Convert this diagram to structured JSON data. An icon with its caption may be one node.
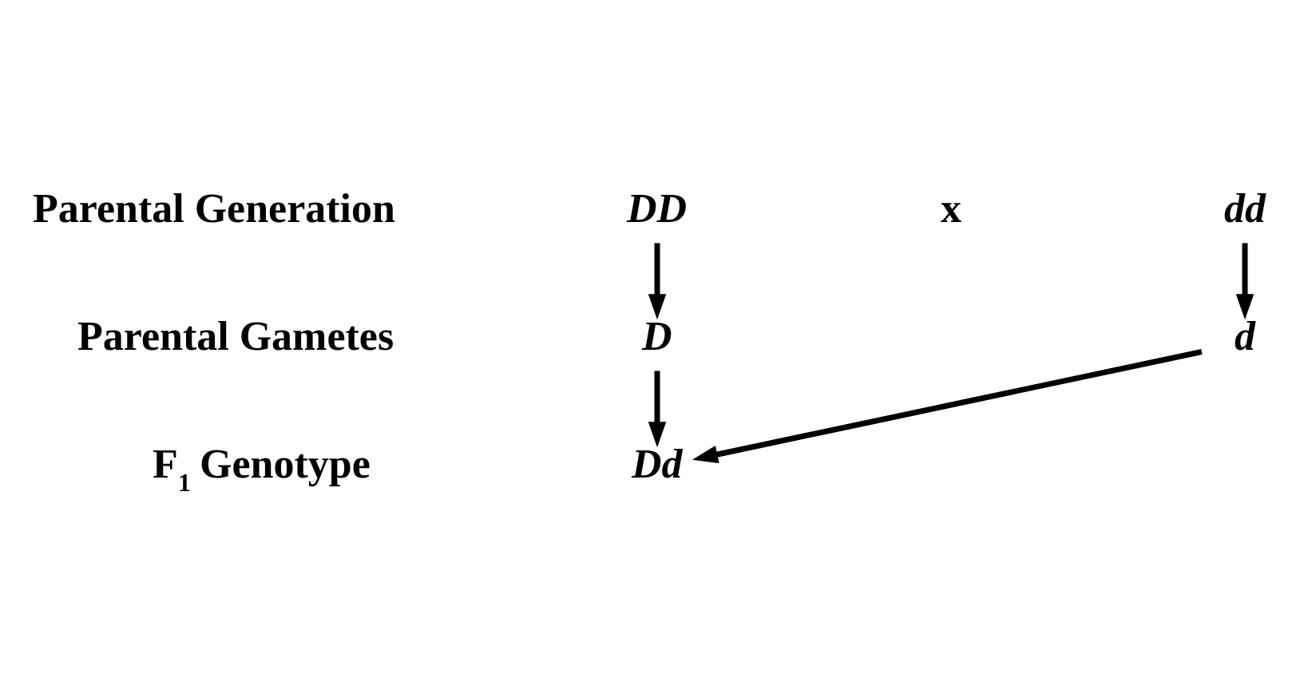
{
  "diagram": {
    "nodes": [
      {
        "text": [
          "DD"
        ]
      },
      {
        "text": [
          "dd"
        ]
      },
      {
        "text": [
          "D"
        ]
      },
      {
        "text": [
          "d"
        ]
      },
      {
        "text": [
          "Dd"
        ]
      }
    ],
    "edges": [
      {
        "from": 0,
        "to": 2,
        "arrow": "to"
      },
      {
        "from": 1,
        "to": 3,
        "arrow": "to"
      },
      {
        "from": 2,
        "to": 4,
        "arrow": "to"
      },
      {
        "from": 3,
        "to": 4,
        "arrow": "to"
      }
    ],
    "labels": [
      "Parental Generation",
      "x",
      "Parental Gametes",
      "F$_{1}$ Genotype"
    ]
  }
}
